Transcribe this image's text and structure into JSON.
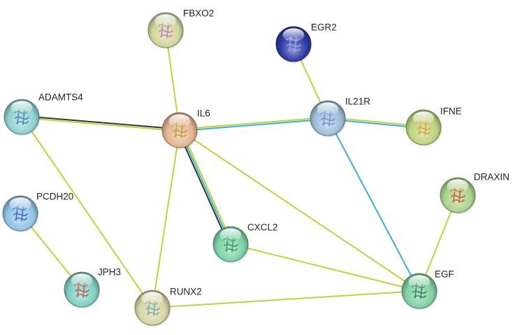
{
  "colors": {
    "textmining": "#c3d232",
    "database": "#33b2d9",
    "coexpression": "#333333"
  },
  "nodes": [
    {
      "id": "FBXO2",
      "label": "FBXO2",
      "color": "#d2d69a",
      "glyph": "protein-structure-icon",
      "glyph_color": "#b57fb6"
    },
    {
      "id": "EGR2",
      "label": "EGR2",
      "color": "#2c3aa6",
      "glyph": "protein-structure-icon",
      "glyph_color": "#9aa6e6"
    },
    {
      "id": "ADAMTS4",
      "label": "ADAMTS4",
      "color": "#8fd1cf",
      "glyph": "protein-structure-icon",
      "glyph_color": "#4a7fa6"
    },
    {
      "id": "IL6",
      "label": "IL6",
      "color": "#e3b48f",
      "glyph": "protein-structure-icon",
      "glyph_color": "#c79a2c"
    },
    {
      "id": "IL21R",
      "label": "IL21R",
      "color": "#9cbfd9",
      "glyph": "protein-structure-icon",
      "glyph_color": "#7a86c9"
    },
    {
      "id": "IFNE",
      "label": "IFNE",
      "color": "#bcd47a",
      "glyph": "protein-structure-icon",
      "glyph_color": "#e0a030"
    },
    {
      "id": "PCDH20",
      "label": "PCDH20",
      "color": "#8fc3e6",
      "glyph": "protein-structure-icon",
      "glyph_color": "#3e62b8"
    },
    {
      "id": "DRAXIN",
      "label": "DRAXIN",
      "color": "#a9d489",
      "glyph": "protein-structure-icon",
      "glyph_color": "#d2502a"
    },
    {
      "id": "CXCL2",
      "label": "CXCL2",
      "color": "#79d3a6",
      "glyph": "protein-structure-icon",
      "glyph_color": "#3d8f6e"
    },
    {
      "id": "JPH3",
      "label": "JPH3",
      "color": "#7fcfc1",
      "glyph": "protein-structure-icon",
      "glyph_color": "#b8564a"
    },
    {
      "id": "RUNX2",
      "label": "RUNX2",
      "color": "#d8d4a0",
      "glyph": "protein-structure-icon",
      "glyph_color": "#6fa6a6"
    },
    {
      "id": "EGF",
      "label": "EGF",
      "color": "#7fd0a0",
      "glyph": "protein-structure-icon",
      "glyph_color": "#2f7a56"
    }
  ],
  "edges": [
    {
      "source": "IL6",
      "target": "FBXO2",
      "types": [
        "textmining"
      ]
    },
    {
      "source": "IL6",
      "target": "ADAMTS4",
      "types": [
        "textmining",
        "coexpression"
      ]
    },
    {
      "source": "IL6",
      "target": "IL21R",
      "types": [
        "textmining",
        "database"
      ]
    },
    {
      "source": "IL6",
      "target": "CXCL2",
      "types": [
        "textmining",
        "database",
        "coexpression"
      ]
    },
    {
      "source": "IL6",
      "target": "RUNX2",
      "types": [
        "textmining"
      ]
    },
    {
      "source": "IL6",
      "target": "EGF",
      "types": [
        "textmining"
      ]
    },
    {
      "source": "EGR2",
      "target": "IL21R",
      "types": [
        "textmining"
      ]
    },
    {
      "source": "IL21R",
      "target": "IFNE",
      "types": [
        "textmining",
        "database"
      ]
    },
    {
      "source": "IL21R",
      "target": "EGF",
      "types": [
        "database"
      ]
    },
    {
      "source": "ADAMTS4",
      "target": "RUNX2",
      "types": [
        "textmining"
      ]
    },
    {
      "source": "PCDH20",
      "target": "JPH3",
      "types": [
        "textmining"
      ]
    },
    {
      "source": "DRAXIN",
      "target": "EGF",
      "types": [
        "textmining"
      ]
    },
    {
      "source": "CXCL2",
      "target": "EGF",
      "types": [
        "textmining"
      ]
    },
    {
      "source": "RUNX2",
      "target": "EGF",
      "types": [
        "textmining"
      ]
    }
  ]
}
